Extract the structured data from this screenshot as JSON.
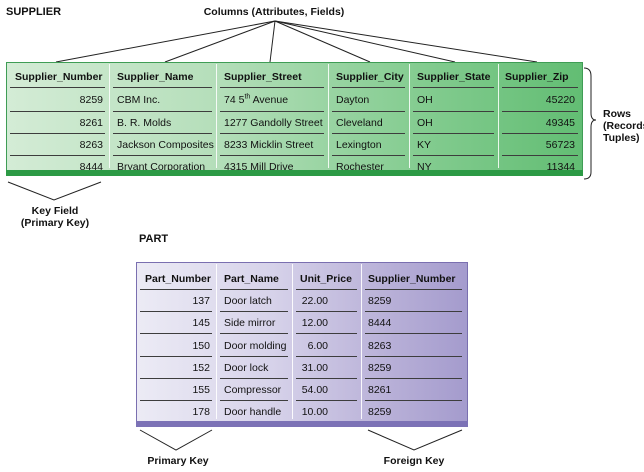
{
  "supplier": {
    "title": "SUPPLIER",
    "columns_label": "Columns (Attributes, Fields)",
    "rows_label": [
      "Rows",
      "(Records,",
      "Tuples)"
    ],
    "key_field_label": [
      "Key Field",
      "(Primary Key)"
    ],
    "headers": [
      "Supplier_Number",
      "Supplier_Name",
      "Supplier_Street",
      "Supplier_City",
      "Supplier_State",
      "Supplier_Zip"
    ],
    "rows": [
      {
        "number": "8259",
        "name": "CBM Inc.",
        "street_num": "74 5",
        "street_sup": "th",
        "street_rest": " Avenue",
        "city": "Dayton",
        "state": "OH",
        "zip": "45220"
      },
      {
        "number": "8261",
        "name": "B. R. Molds",
        "street_num": "1277 Gandolly Street",
        "street_sup": "",
        "street_rest": "",
        "city": "Cleveland",
        "state": "OH",
        "zip": "49345"
      },
      {
        "number": "8263",
        "name": "Jackson Composites",
        "street_num": "8233 Micklin Street",
        "street_sup": "",
        "street_rest": "",
        "city": "Lexington",
        "state": "KY",
        "zip": "56723"
      },
      {
        "number": "8444",
        "name": "Bryant Corporation",
        "street_num": "4315 Mill Drive",
        "street_sup": "",
        "street_rest": "",
        "city": "Rochester",
        "state": "NY",
        "zip": "11344"
      }
    ]
  },
  "part": {
    "title": "PART",
    "headers": [
      "Part_Number",
      "Part_Name",
      "Unit_Price",
      "Supplier_Number"
    ],
    "rows": [
      {
        "number": "137",
        "name": "Door latch",
        "price": "22.00",
        "supplier": "8259"
      },
      {
        "number": "145",
        "name": "Side mirror",
        "price": "12.00",
        "supplier": "8444"
      },
      {
        "number": "150",
        "name": "Door molding",
        "price": "6.00",
        "supplier": "8263"
      },
      {
        "number": "152",
        "name": "Door lock",
        "price": "31.00",
        "supplier": "8259"
      },
      {
        "number": "155",
        "name": "Compressor",
        "price": "54.00",
        "supplier": "8261"
      },
      {
        "number": "178",
        "name": "Door handle",
        "price": "10.00",
        "supplier": "8259"
      }
    ],
    "primary_key_label": "Primary Key",
    "foreign_key_label": "Foreign Key"
  },
  "colors": {
    "supplier_accent": "#2c9a45",
    "part_accent": "#7c72b6"
  }
}
